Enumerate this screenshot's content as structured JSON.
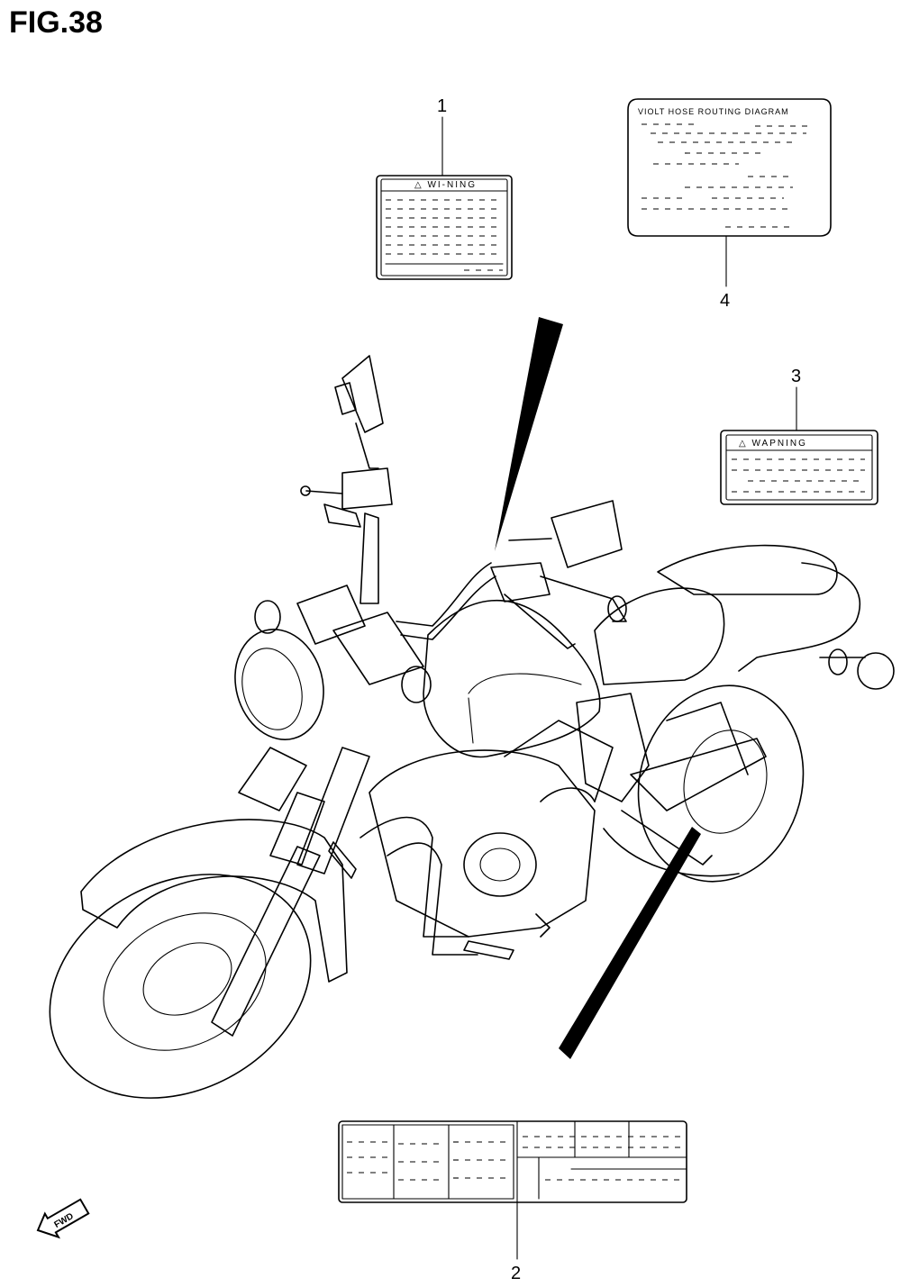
{
  "figure": {
    "title": "FIG.38"
  },
  "callouts": [
    {
      "id": "1",
      "number": "1",
      "label_heading": "△ WI-NING"
    },
    {
      "id": "2",
      "number": "2",
      "label_heading": ""
    },
    {
      "id": "3",
      "number": "3",
      "label_heading": "△ WAPNING"
    },
    {
      "id": "4",
      "number": "4",
      "label_heading": "VIOLT HOSE ROUTING DIAGRAM"
    }
  ],
  "fwd_arrow": {
    "text": "FWD"
  }
}
